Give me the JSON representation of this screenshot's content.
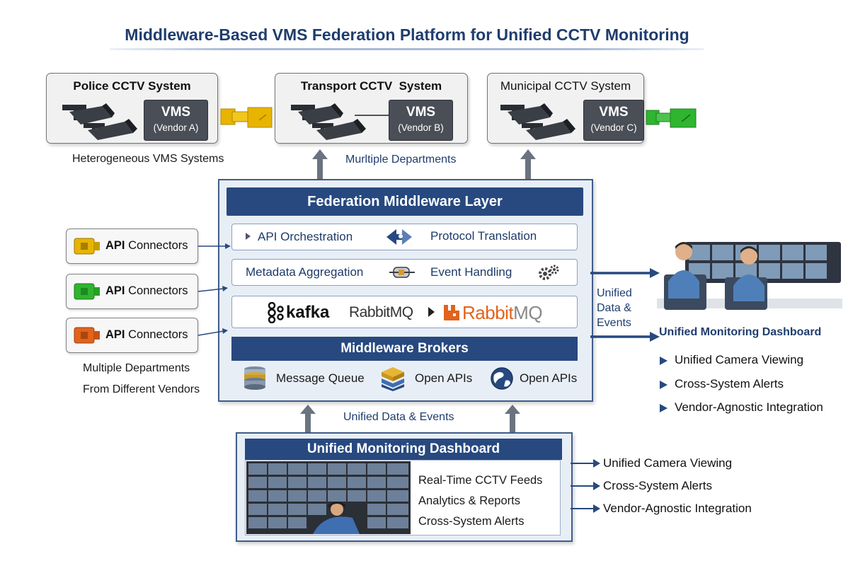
{
  "title": "Middleware-Based VMS Federation Platform for Unified CCTV Monitoring",
  "systems": [
    {
      "title": "Police CCTV System",
      "vms": "VMS",
      "vendor": "(Vendor A)",
      "connector_color": "#e8b400"
    },
    {
      "title": "Transport CCTV  System",
      "vms": "VMS",
      "vendor": "(Vendor B)"
    },
    {
      "title": "Municipal CCTV System",
      "vms": "VMS",
      "vendor": "(Vendor C)",
      "connector_color": "#2fb52f"
    }
  ],
  "captions": {
    "heterogeneous": "Heterogeneous VMS Systems",
    "multiple_departments_top": "Murltiple Departments",
    "multiple_departments_left": "Multiple Departments",
    "from_vendors": "From Different Vendors",
    "unified_data_events": "Unified Data & Events",
    "unified_data_side": [
      "Unified",
      "Data &",
      "Events"
    ]
  },
  "connectors": [
    {
      "api": "API",
      "label": "Connectors",
      "color": "#e8b400"
    },
    {
      "api": "API",
      "label": "Connectors",
      "color": "#2fb52f"
    },
    {
      "api": "API",
      "label": "Connectors",
      "color": "#e2631c"
    }
  ],
  "middleware": {
    "header": "Federation Middleware Layer",
    "row1": {
      "left": "API Orchestration",
      "right": "Protocol Translation"
    },
    "row2": {
      "left": "Metadata Aggregation",
      "right": "Event Handling"
    },
    "row3": {
      "kafka": "kafka",
      "rabbit1": "RabbitMQ",
      "rabbit2_a": "Rabbit",
      "rabbit2_b": "MQ"
    },
    "brokers_header": "Middleware Brokers",
    "brokers": [
      {
        "label": "Message Queue",
        "icon": "database-icon"
      },
      {
        "label": "Open APIs",
        "icon": "stack-icon"
      },
      {
        "label": "Open APIs",
        "icon": "globe-icon"
      }
    ]
  },
  "right_panel": {
    "title": "Unified Monitoring Dashboard",
    "items": [
      "Unified Camera Viewing",
      "Cross-System Alerts",
      "Vendor-Agnostic Integration"
    ]
  },
  "dashboard": {
    "header": "Unified Monitoring Dashboard",
    "features": [
      "Real-Time CCTV Feeds",
      "Analytics & Reports",
      "Cross-System Alerts"
    ],
    "outputs": [
      "Unified Camera Viewing",
      "Cross-System Alerts",
      "Vendor-Agnostic Integration"
    ]
  },
  "colors": {
    "primary": "#27497f",
    "panel": "#e8eef6",
    "accent_orange": "#e2631c",
    "kafka": "#111111"
  }
}
